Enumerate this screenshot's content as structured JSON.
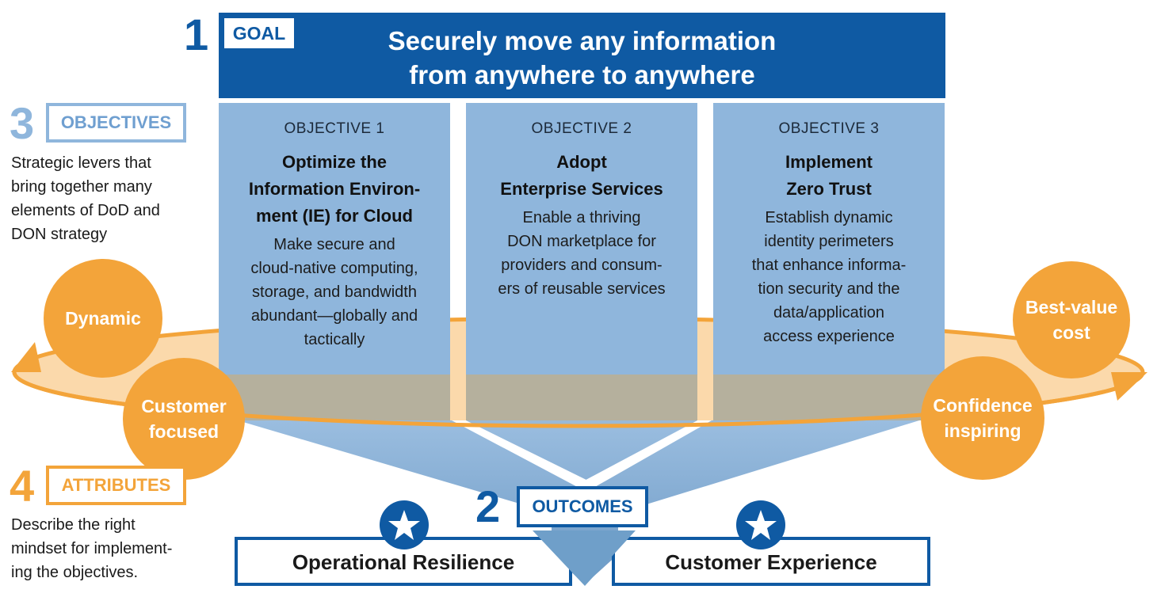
{
  "colors": {
    "goal_blue": "#0f5aa3",
    "objective_blue": "#8fb6dc",
    "attribute_orange": "#f3a43a",
    "ring_fill": "#fbd7a6",
    "funnel_blue": "#6f9fc9"
  },
  "goal": {
    "number": "1",
    "tag": "GOAL",
    "text": "Securely move any information\nfrom anywhere to anywhere"
  },
  "objectives_section": {
    "number": "3",
    "tag": "OBJECTIVES",
    "description": "Strategic levers that\nbring together many\nelements of DoD and\nDON strategy"
  },
  "objectives": [
    {
      "label": "OBJECTIVE 1",
      "title": "Optimize the\nInformation Environ-\nment (IE) for Cloud",
      "description": "Make secure and\ncloud-native computing,\nstorage, and bandwidth\nabundant—globally and\ntactically"
    },
    {
      "label": "OBJECTIVE 2",
      "title": "Adopt\nEnterprise Services",
      "description": "Enable a thriving\nDON marketplace for\nproviders and consum-\ners of reusable services"
    },
    {
      "label": "OBJECTIVE 3",
      "title": "Implement\nZero Trust",
      "description": "Establish dynamic\nidentity perimeters\nthat enhance informa-\ntion security and the\ndata/application\naccess experience"
    }
  ],
  "attributes_section": {
    "number": "4",
    "tag": "ATTRIBUTES",
    "description": "Describe the right\nmindset for implement-\ning the objectives."
  },
  "attributes": {
    "dynamic": "Dynamic",
    "customer_focused": "Customer\nfocused",
    "best_value": "Best-value\ncost",
    "confidence": "Confidence\ninspiring"
  },
  "outcomes_section": {
    "number": "2",
    "tag": "OUTCOMES"
  },
  "outcomes": {
    "left": "Operational Resilience",
    "right": "Customer Experience"
  },
  "icons": {
    "outcome_badge": "star-icon",
    "ring_arrows": "arrow-icon"
  }
}
